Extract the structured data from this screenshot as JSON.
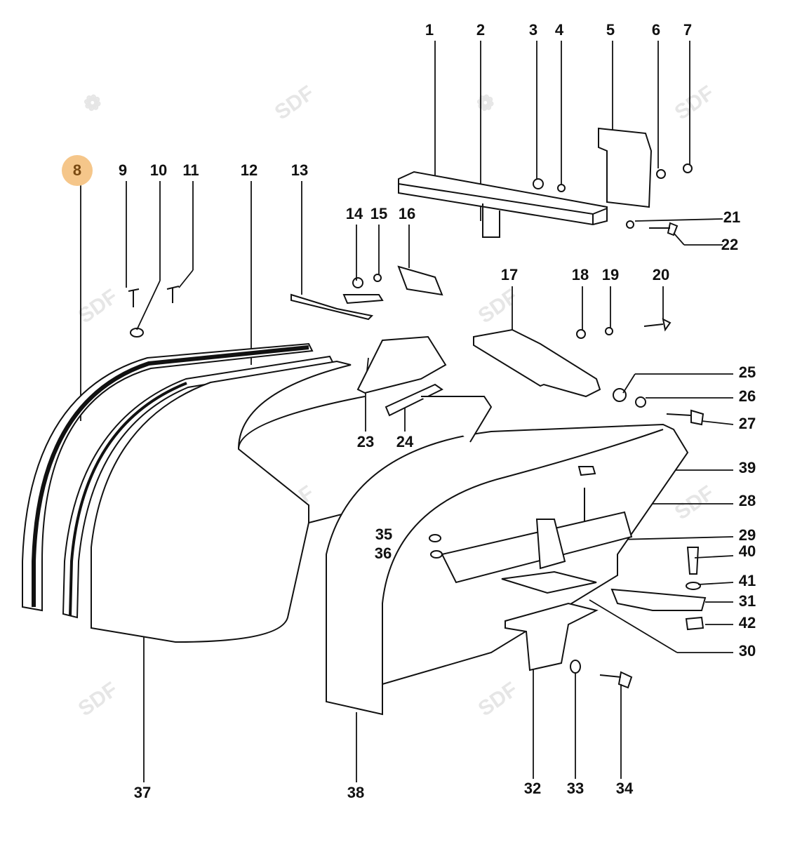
{
  "diagram": {
    "highlight_color": "#f5c68a",
    "watermark": "SDF",
    "callouts": [
      {
        "id": "1",
        "label": "1"
      },
      {
        "id": "2",
        "label": "2"
      },
      {
        "id": "3",
        "label": "3"
      },
      {
        "id": "4",
        "label": "4"
      },
      {
        "id": "5",
        "label": "5"
      },
      {
        "id": "6",
        "label": "6"
      },
      {
        "id": "7",
        "label": "7"
      },
      {
        "id": "8",
        "label": "8",
        "highlighted": true
      },
      {
        "id": "9",
        "label": "9"
      },
      {
        "id": "10",
        "label": "10"
      },
      {
        "id": "11",
        "label": "11"
      },
      {
        "id": "12",
        "label": "12"
      },
      {
        "id": "13",
        "label": "13"
      },
      {
        "id": "14",
        "label": "14"
      },
      {
        "id": "15",
        "label": "15"
      },
      {
        "id": "16",
        "label": "16"
      },
      {
        "id": "17",
        "label": "17"
      },
      {
        "id": "18",
        "label": "18"
      },
      {
        "id": "19",
        "label": "19"
      },
      {
        "id": "20",
        "label": "20"
      },
      {
        "id": "21",
        "label": "21"
      },
      {
        "id": "22",
        "label": "22"
      },
      {
        "id": "23",
        "label": "23"
      },
      {
        "id": "24",
        "label": "24"
      },
      {
        "id": "25",
        "label": "25"
      },
      {
        "id": "26",
        "label": "26"
      },
      {
        "id": "27",
        "label": "27"
      },
      {
        "id": "28",
        "label": "28"
      },
      {
        "id": "29",
        "label": "29"
      },
      {
        "id": "30",
        "label": "30"
      },
      {
        "id": "31",
        "label": "31"
      },
      {
        "id": "32",
        "label": "32"
      },
      {
        "id": "33",
        "label": "33"
      },
      {
        "id": "34",
        "label": "34"
      },
      {
        "id": "35",
        "label": "35"
      },
      {
        "id": "36",
        "label": "36"
      },
      {
        "id": "37",
        "label": "37"
      },
      {
        "id": "38",
        "label": "38"
      },
      {
        "id": "39",
        "label": "39"
      },
      {
        "id": "40",
        "label": "40"
      },
      {
        "id": "41",
        "label": "41"
      },
      {
        "id": "42",
        "label": "42"
      }
    ]
  }
}
